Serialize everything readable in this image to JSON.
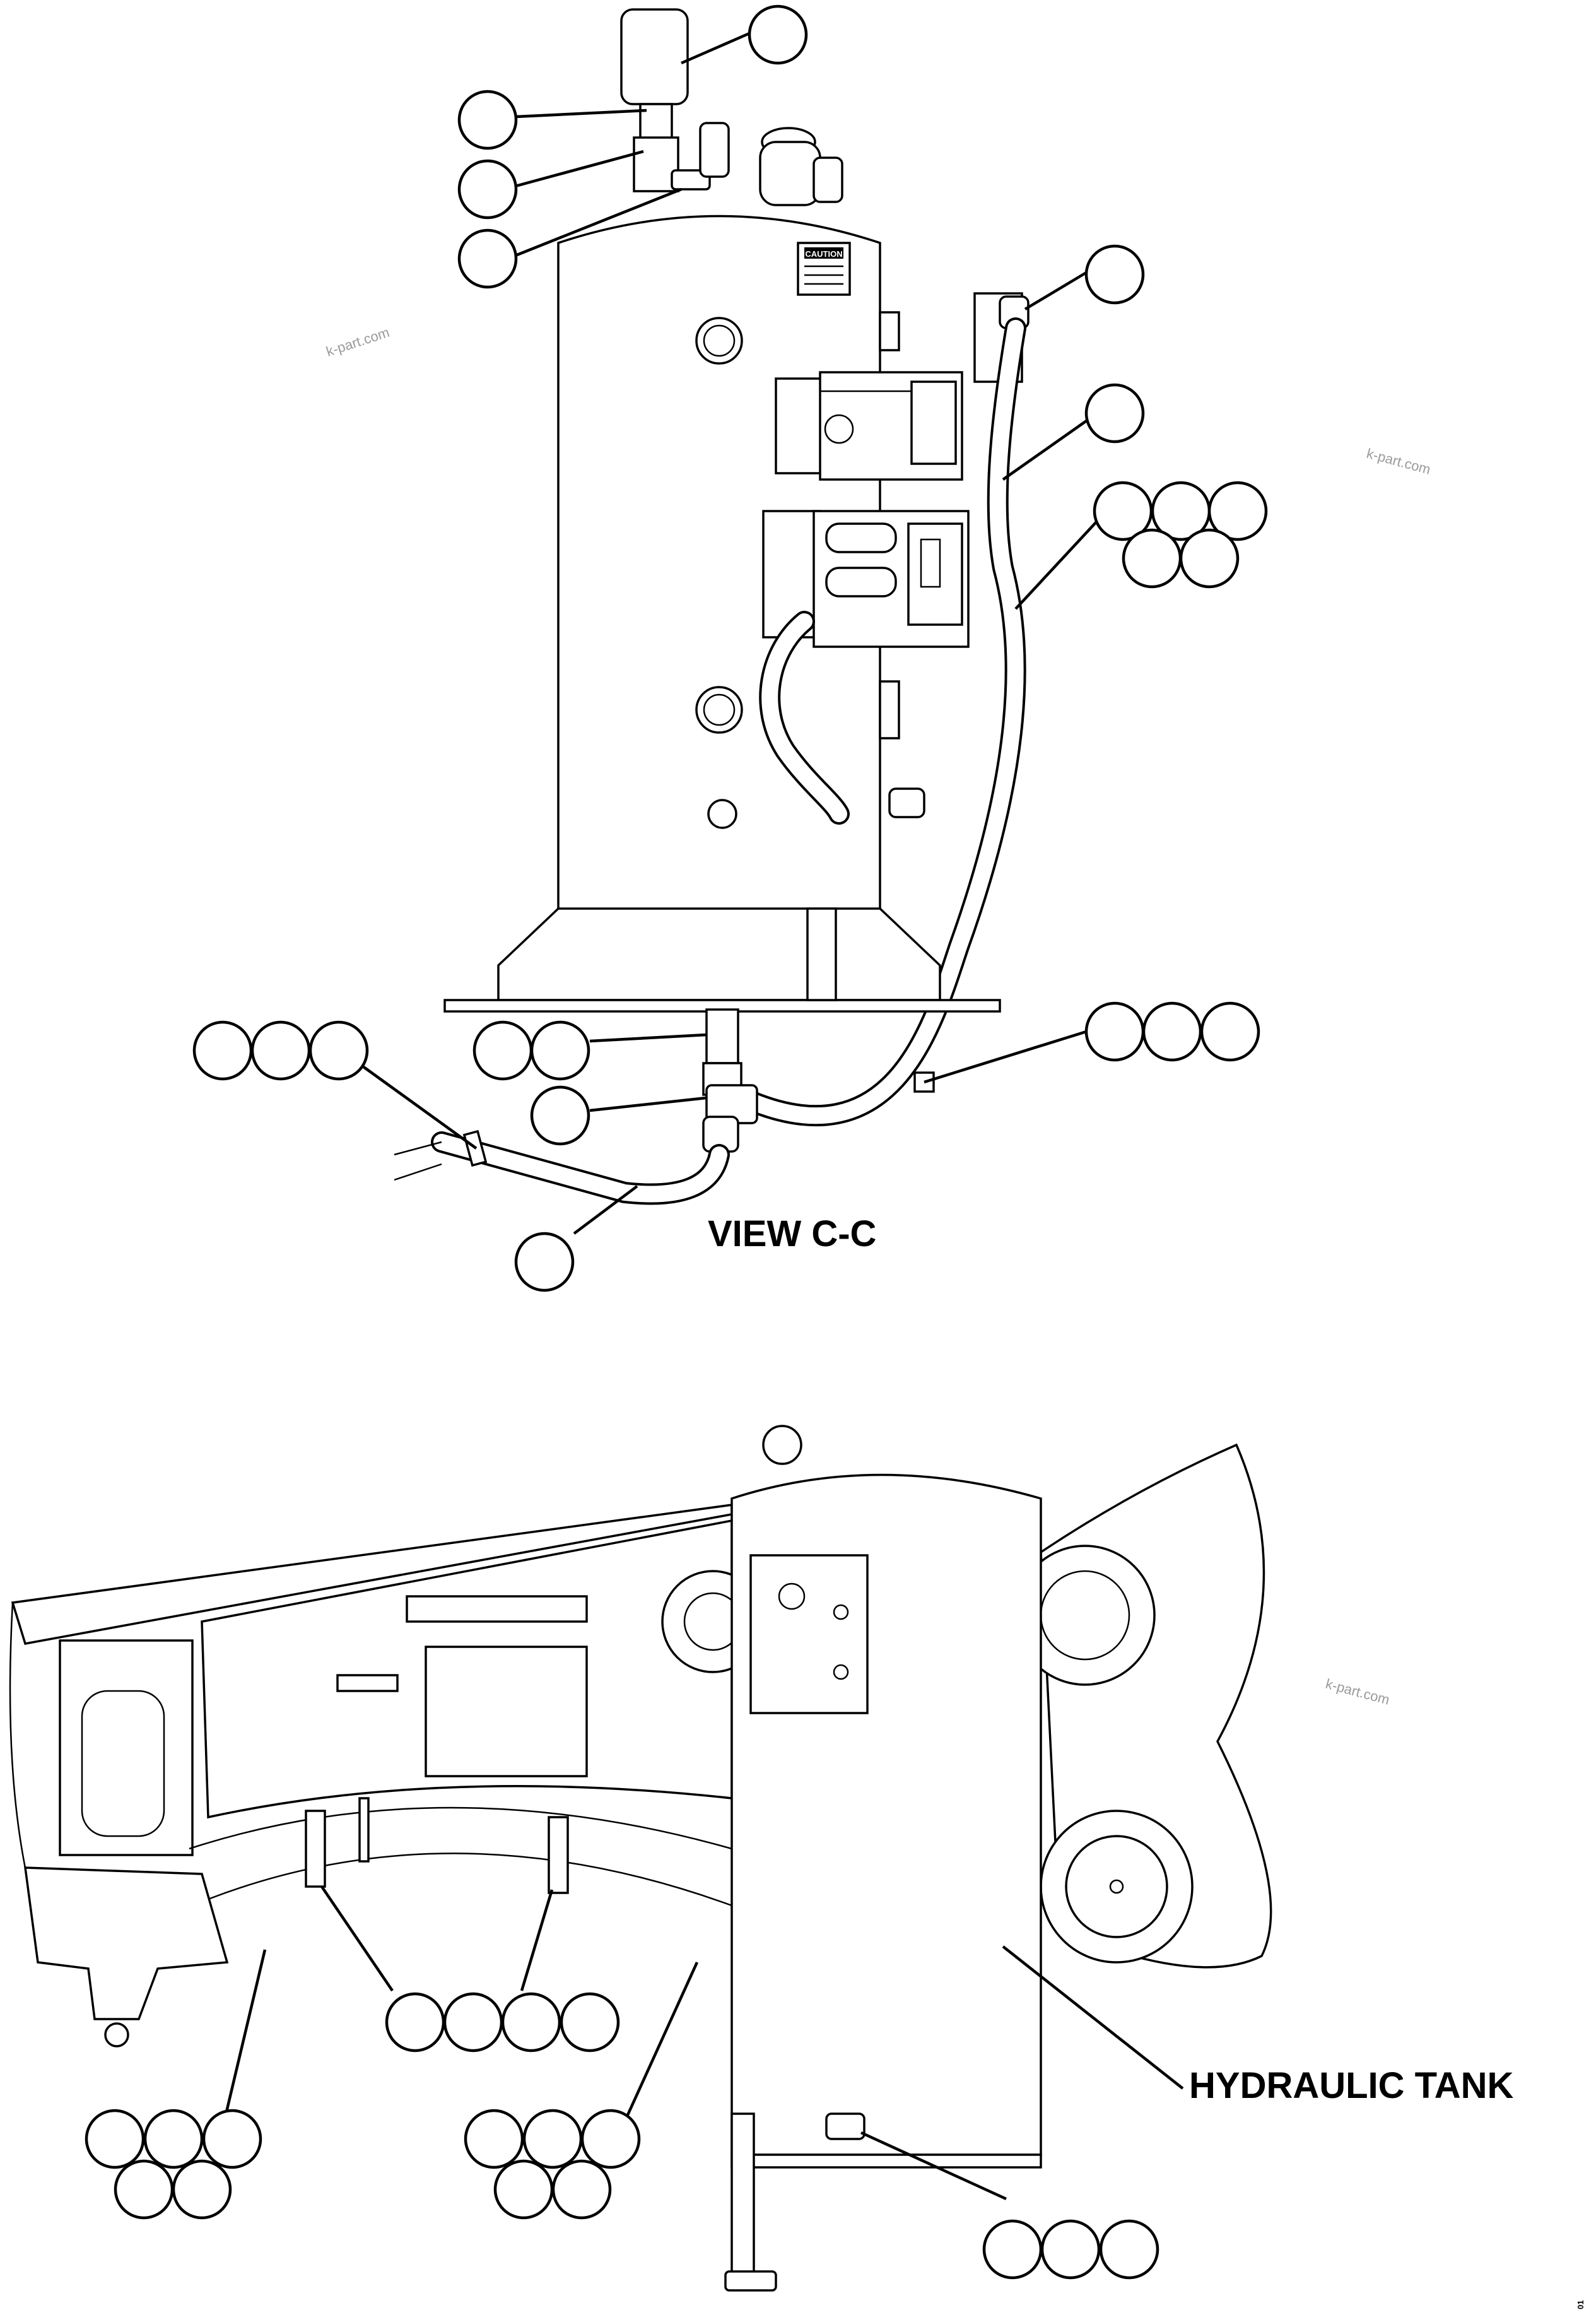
{
  "view_title": "VIEW C-C",
  "tank_label": "HYDRAULIC TANK",
  "caution_label": "CAUTION",
  "watermarks": [
    "k-part.com",
    "k-part.com",
    "k-part.com"
  ],
  "corner_mark": "01",
  "balloon_groups_count": 16
}
